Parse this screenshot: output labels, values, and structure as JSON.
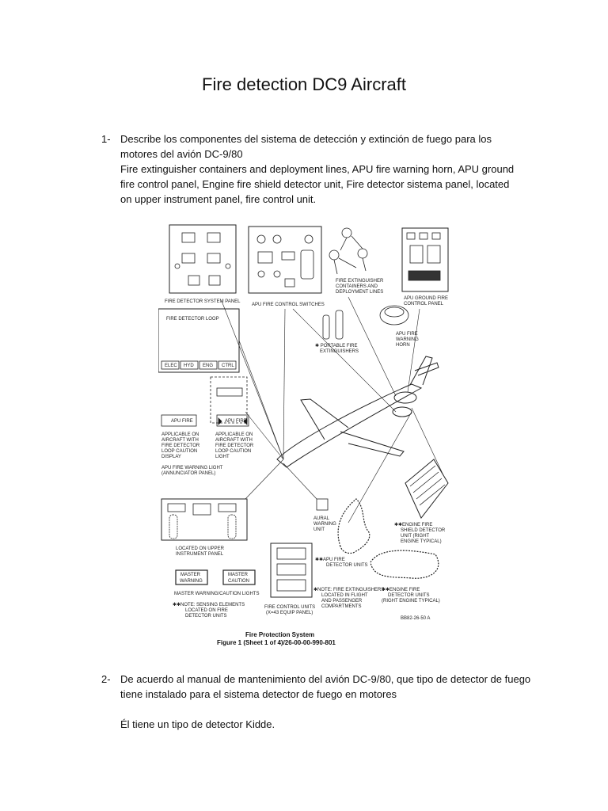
{
  "document": {
    "title": "Fire detection DC9 Aircraft",
    "q1": {
      "number": "1-",
      "question": "Describe los componentes del sistema de detección y extinción de fuego para los motores del avión DC-9/80",
      "answer": "Fire extinguisher containers and deployment lines, APU fire warning horn, APU ground fire control panel, Engine fire shield detector unit, Fire detector sistema panel, located on upper instrument panel, fire control unit."
    },
    "q2": {
      "number": "2-",
      "question": "De acuerdo al manual de mantenimiento del avión DC-9/80, que tipo de detector de fuego tiene instalado para el sistema detector de fuego en motores",
      "answer": "Él tiene un tipo de detector Kidde."
    }
  },
  "figure": {
    "labels": {
      "panel": "FIRE DETECTOR SYSTEM PANEL",
      "apu_switches": "APU FIRE CONTROL SWITCHES",
      "containers": "FIRE EXTINGUISHER CONTAINERS AND DEPLOYMENT LINES",
      "ground_panel": "APU GROUND FIRE CONTROL PANEL",
      "horn": "APU FIRE WARNING HORN",
      "portable": "✱ PORTABLE FIRE EXTINGUISHERS",
      "loop_display": "FIRE DETECTOR LOOP",
      "btn_elec": "ELEC",
      "btn_hyd": "HYD",
      "btn_eng": "ENG",
      "btn_ctrl": "CTRL",
      "applicable1": "APPLICABLE ON AIRCRAFT WITH FIRE DETECTOR LOOP CAUTION DISPLAY",
      "applicable2": "APPLICABLE ON AIRCRAFT WITH FIRE DETECTOR LOOP CAUTION LIGHT",
      "apu_fire": "APU FIRE",
      "annunciator": "APU FIRE WARNING LIGHT (ANNUNCIATOR PANEL)",
      "upper_panel": "LOCATED ON UPPER INSTRUMENT PANEL",
      "master_warning": "MASTER WARNING",
      "master_caution": "MASTER CAUTION",
      "master_lights": "MASTER WARNING/CAUTION LIGHTS",
      "note_sensing": "✱✱NOTE: SENSING ELEMENTS LOCATED ON FIRE DETECTOR UNITS",
      "fire_control": "FIRE CONTROL UNITS (X=43 EQUIP PANEL)",
      "aural": "AURAL WARNING UNIT",
      "apu_detector": "✱✱APU FIRE DETECTOR UNITS",
      "note_ext": "✱NOTE: FIRE EXTINGUISHERS LOCATED IN FLIGHT AND PASSENGER COMPARTMENTS",
      "engine_shield": "✱✱ENGINE FIRE SHIELD DETECTOR UNIT (RIGHT ENGINE TYPICAL)",
      "engine_detector": "✱✱ENGINE FIRE DETECTOR UNITS (RIGHT ENGINE TYPICAL)",
      "ref": "BB82-26-50 A",
      "caption_title": "Fire Protection System",
      "caption_sub": "Figure 1 (Sheet 1 of 4)/26-00-00-990-801"
    }
  }
}
